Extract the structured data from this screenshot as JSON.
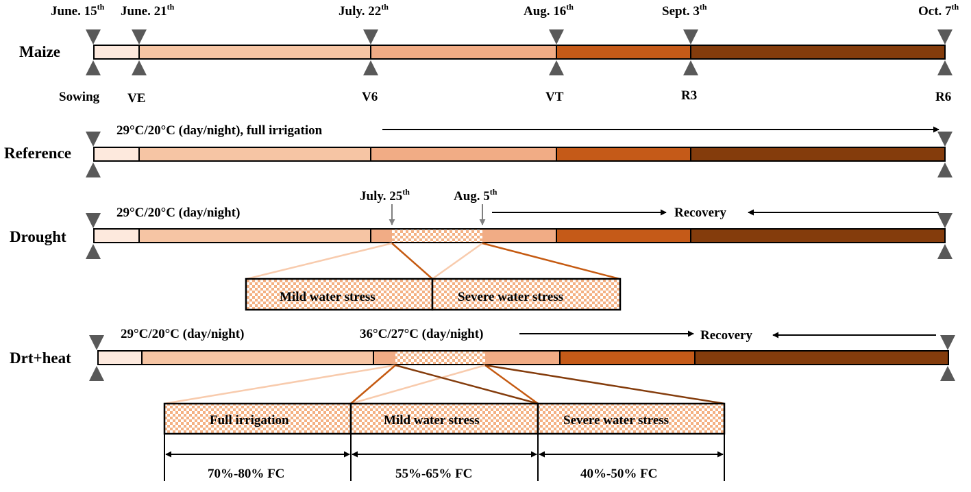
{
  "colors": {
    "stage1": "#fde9dd",
    "stage2": "#f6c5a4",
    "stage3": "#f1ac85",
    "stage4": "#c55a18",
    "stage5": "#843c0c",
    "stress_checker": "#f4b183",
    "outline": "#000000",
    "marker": "#595959",
    "arrow_grey": "#7f7f7f",
    "link_light": "#f8cbad",
    "link_mid": "#c55a11",
    "link_dark": "#843c0c"
  },
  "maize": {
    "row_label": "Maize",
    "dates": [
      {
        "main": "June. 15",
        "sup": "th"
      },
      {
        "main": "June. 21",
        "sup": "th"
      },
      {
        "main": "July. 22",
        "sup": "th"
      },
      {
        "main": "Aug. 16",
        "sup": "th"
      },
      {
        "main": "Sept. 3",
        "sup": "th"
      },
      {
        "main": "Oct. 7",
        "sup": "th"
      }
    ],
    "stages": [
      "Sowing",
      "VE",
      "V6",
      "VT",
      "R3",
      "R6"
    ]
  },
  "reference": {
    "row_label": "Reference",
    "note": "29°C/20°C (day/night),  full irrigation"
  },
  "drought": {
    "row_label": "Drought",
    "note": "29°C/20°C (day/night)",
    "stress_start": {
      "main": "July. 25",
      "sup": "th"
    },
    "stress_end": {
      "main": "Aug. 5",
      "sup": "th"
    },
    "recovery": "Recovery",
    "panels": [
      "Mild  water stress",
      "Severe water stress"
    ]
  },
  "drt_heat": {
    "row_label": "Drt+heat",
    "note_left": "29°C/20°C (day/night)",
    "note_heat": "36°C/27°C (day/night)",
    "recovery": "Recovery",
    "panels": [
      "Full irrigation",
      "Mild  water stress",
      "Severe water stress"
    ],
    "fc_ranges": [
      "70%-80% FC",
      "55%-65% FC",
      "40%-50% FC"
    ]
  }
}
